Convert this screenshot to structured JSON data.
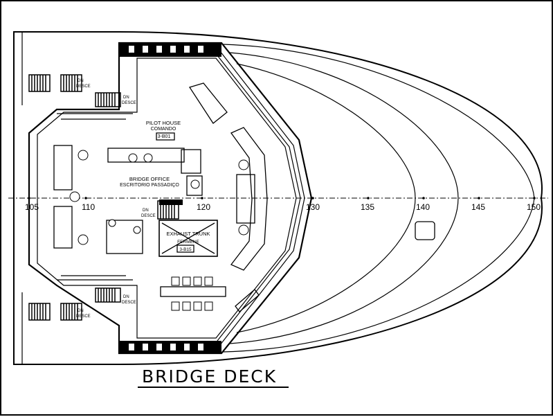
{
  "drawing": {
    "title": "BRIDGE DECK",
    "frame_ticks": [
      "105",
      "110",
      "120",
      "130",
      "135",
      "140",
      "145",
      "150"
    ],
    "rooms": {
      "pilot_house": {
        "name": "PILOT HOUSE",
        "alt_name": "COMANDO",
        "ref": "3-B01"
      },
      "bridge_office": {
        "name": "BRIDGE OFFICE",
        "alt_name": "ESCRITORIO PASSADIÇO"
      },
      "exhaust_trunk": {
        "name": "EXHAUST TRUNK",
        "alt_name": "FERMENE",
        "ref": "3-B15"
      }
    },
    "stair_labels": {
      "dn": "DN",
      "desce": "DESCE"
    },
    "colors": {
      "ink": "#000000",
      "paper": "#ffffff"
    }
  }
}
